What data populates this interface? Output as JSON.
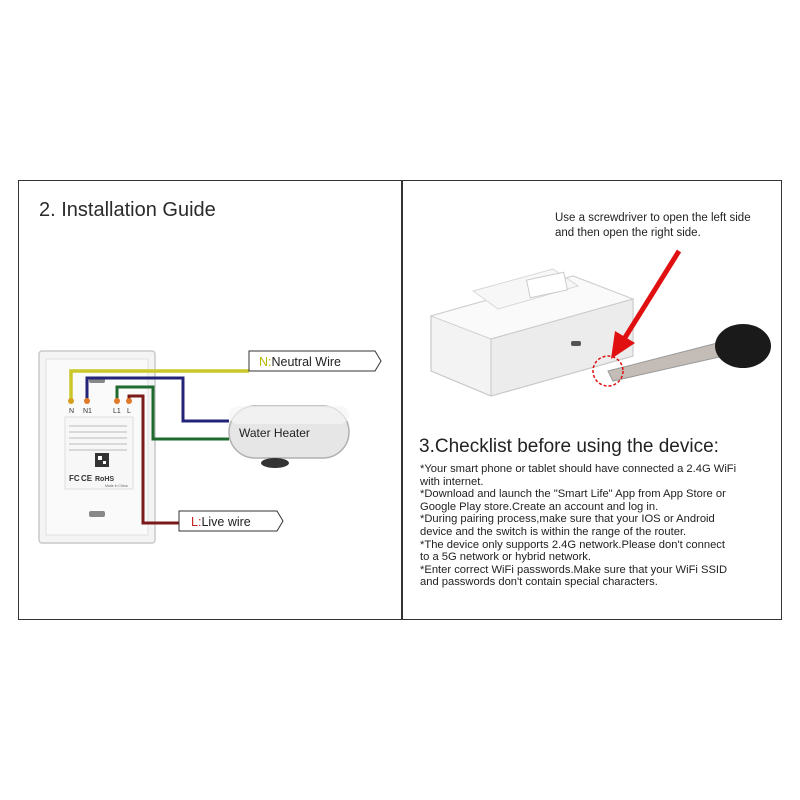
{
  "installation": {
    "title": "2. Installation Guide",
    "neutral_prefix": "N:",
    "neutral_text": "Neutral Wire",
    "live_prefix": "L:",
    "live_text": "Live wire",
    "heater_label": "Water Heater",
    "terminals": [
      "N",
      "N1",
      "L1",
      "L"
    ],
    "switch_label_fc": "FC",
    "switch_label_ce": "CE",
    "switch_label_rohs": "RoHS",
    "switch_made_in": "Made in China"
  },
  "opening": {
    "callout": "Use a screwdriver to open the left side and then open the right side."
  },
  "checklist": {
    "title": "3.Checklist before using the device:",
    "items": [
      "*Your smart phone or tablet should have connected a 2.4G WiFi\n  with internet.",
      "*Download and launch the \"Smart Life\" App from App Store or\n  Google Play store.Create an account and log in.",
      "*During pairing process,make sure that your IOS or Android\n  device and the switch is within the range of the router.",
      "*The device only supports 2.4G network.Please don't connect\n  to a 5G network or hybrid network.",
      "*Enter correct WiFi passwords.Make sure that your WiFi SSID\n  and passwords don't contain special characters."
    ]
  },
  "colors": {
    "neutral_wire": "#c8c82a",
    "blue_wire": "#24237a",
    "green_wire": "#1f6b2f",
    "live_wire": "#7a1a1a",
    "neutral_label": "#b8b800",
    "live_label": "#cc2222",
    "arrow": "#e01010"
  }
}
